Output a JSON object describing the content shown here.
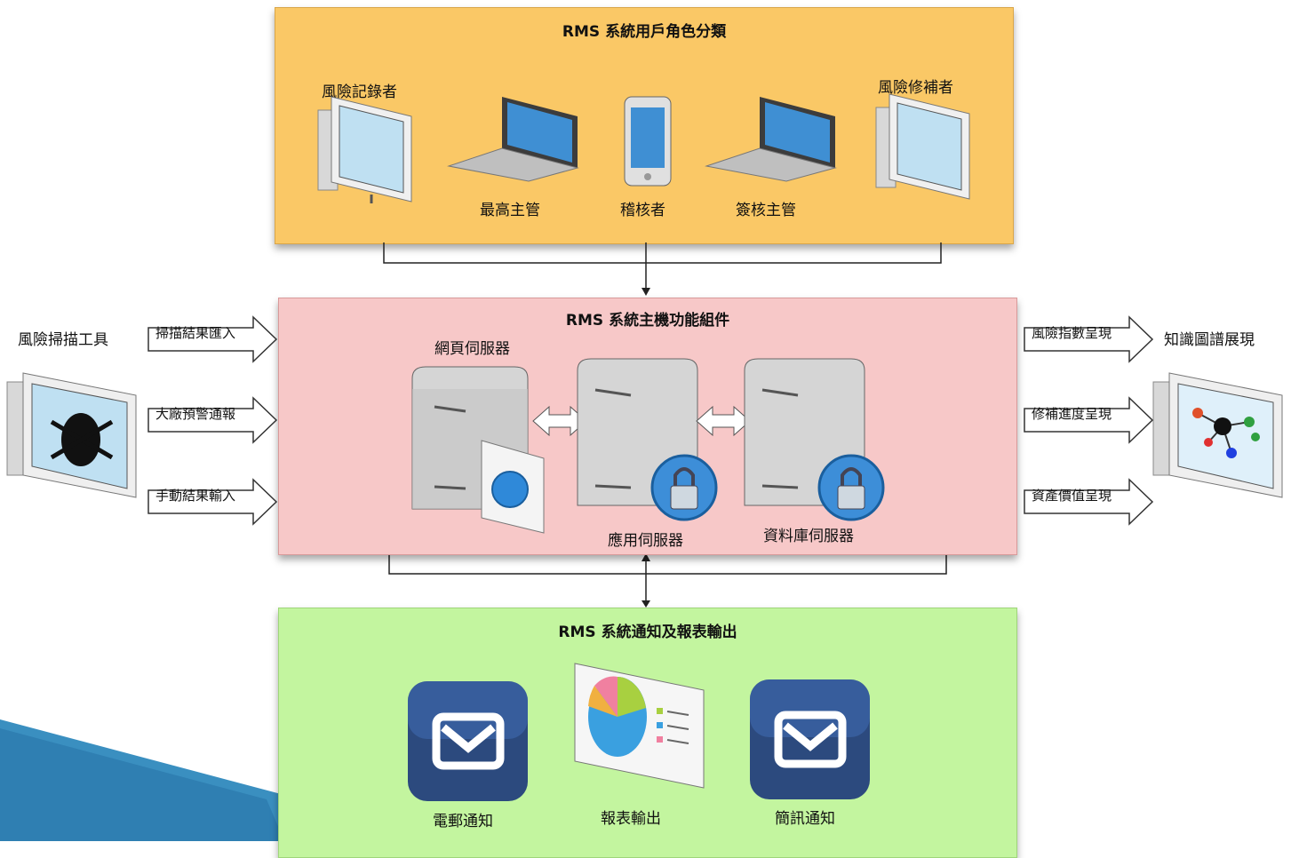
{
  "users_panel": {
    "title": "RMS 系統用戶角色分類",
    "roles": [
      "風險記錄者",
      "最高主管",
      "稽核者",
      "簽核主管",
      "風險修補者"
    ]
  },
  "host_panel": {
    "title": "RMS 系統主機功能組件",
    "servers": [
      "網頁伺服器",
      "應用伺服器",
      "資料庫伺服器"
    ]
  },
  "left_side": {
    "tool_label": "風險掃描工具",
    "inputs": [
      "掃描結果匯入",
      "大廠預警通報",
      "手動結果輸入"
    ]
  },
  "right_side": {
    "tool_label": "知識圖譜展現",
    "outputs": [
      "風險指數呈現",
      "修補進度呈現",
      "資產價值呈現"
    ]
  },
  "output_panel": {
    "title": "RMS 系統通知及報表輸出",
    "items": [
      "電郵通知",
      "報表輸出",
      "簡訊通知"
    ]
  },
  "colors": {
    "users_panel": "#fac866",
    "host_panel": "#f7c8c8",
    "output_panel": "#c3f59f"
  }
}
